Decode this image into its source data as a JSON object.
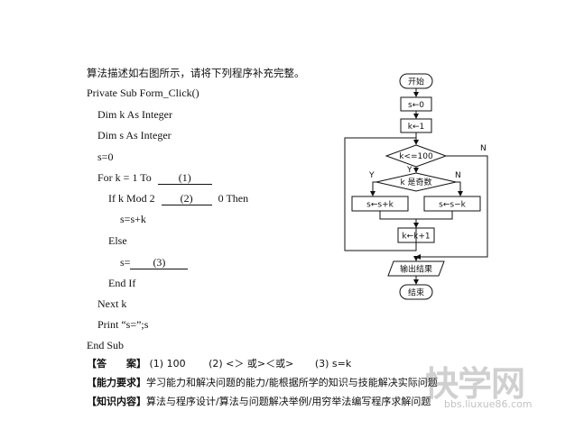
{
  "problem": {
    "intro": "算法描述如右图所示，请将下列程序补充完整。",
    "code": {
      "sub_start": "Private Sub Form_Click()",
      "dim_k": "Dim k As Integer",
      "dim_s": "Dim s As Integer",
      "s_init": "s=0",
      "for_prefix": "For k = 1 To",
      "blank1": "(1)",
      "if_prefix": "If k Mod 2",
      "blank2": "(2)",
      "if_suffix": "0 Then",
      "s_add": "s=s+k",
      "else": "Else",
      "s_prefix": "s=",
      "blank3": "(3)",
      "end_if": "End If",
      "next": "Next k",
      "print": "Print “s=”;s",
      "end_sub": "End Sub"
    }
  },
  "answer": {
    "label": "【答　　案】",
    "a1": "(1) 100",
    "a2": "(2) <＞ 或>＜或>",
    "a3": "(3) s=k"
  },
  "ability": {
    "label": "【能力要求】",
    "text": "学习能力和解决问题的能力/能根据所学的知识与技能解决实际问题"
  },
  "knowledge": {
    "label": "【知识内容】",
    "text": "算法与程序设计/算法与问题解决举例/用穷举法编写程序求解问题"
  },
  "flowchart": {
    "start": "开始",
    "s_zero": "s←0",
    "k_one": "k←1",
    "cond": "k<=100",
    "odd": "k 是奇数",
    "add": "s←s+k",
    "sub": "s←s−k",
    "inc": "k←k+1",
    "output": "输出结果",
    "end": "结束",
    "yes": "Y",
    "no": "N"
  },
  "watermark": {
    "logo": "快学网",
    "url": "bbs.liuxue86.com"
  }
}
